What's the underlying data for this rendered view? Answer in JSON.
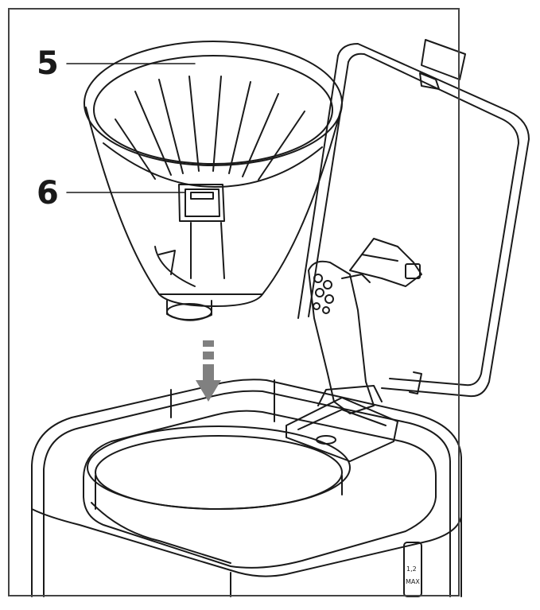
{
  "callouts": [
    {
      "number": "5",
      "part": "filter-holder"
    },
    {
      "number": "6",
      "part": "drip-stop-valve-clip"
    }
  ],
  "water_level_marks": [
    "1,2",
    "MAX"
  ],
  "colors": {
    "line": "#1a1a1a",
    "arrow": "#808080",
    "background": "#ffffff"
  }
}
